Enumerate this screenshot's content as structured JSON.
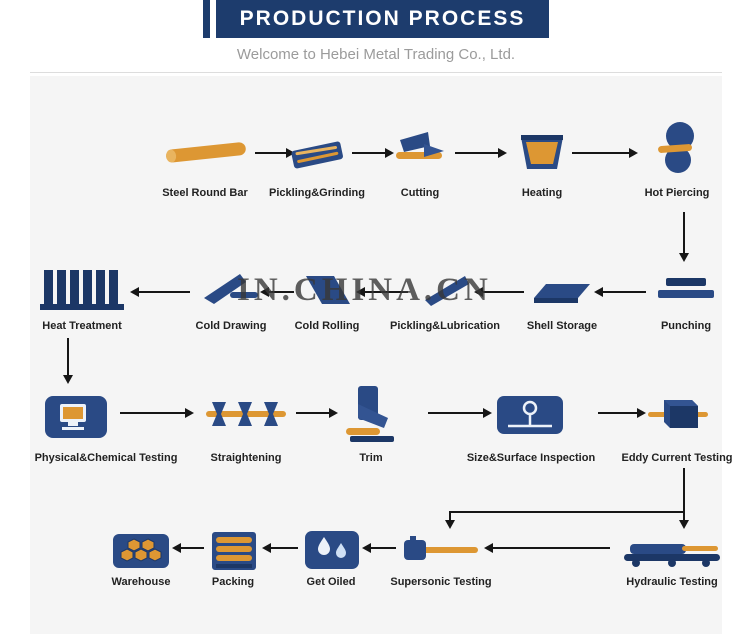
{
  "header": {
    "title": "PRODUCTION PROCESS",
    "subtitle": "Welcome to Hebei Metal Trading Co., Ltd."
  },
  "watermark": {
    "text": "IN.CHINA.CN"
  },
  "process": {
    "row1": [
      "Steel Round Bar",
      "Pickling&Grinding",
      "Cutting",
      "Heating",
      "Hot Piercing"
    ],
    "row2": [
      "Heat Treatment",
      "Cold Drawing",
      "Cold Rolling",
      "Pickling&Lubrication",
      "Shell Storage",
      "Punching"
    ],
    "row3": [
      "Physical&Chemical Testing",
      "Straightening",
      "Trim",
      "Size&Surface Inspection",
      "Eddy Current Testing"
    ],
    "row4": [
      "Warehouse",
      "Packing",
      "Get Oiled",
      "Supersonic Testing",
      "Hydraulic Testing"
    ]
  },
  "colors": {
    "header_navy": "#1d3c6d",
    "navy": "#2a4a85",
    "navy_dark": "#1c3766",
    "navy_light": "#335492",
    "orange": "#dd9733",
    "orange_light": "#e9b45f",
    "arrow": "#161616",
    "panel_bg": "#f5f5f5"
  }
}
